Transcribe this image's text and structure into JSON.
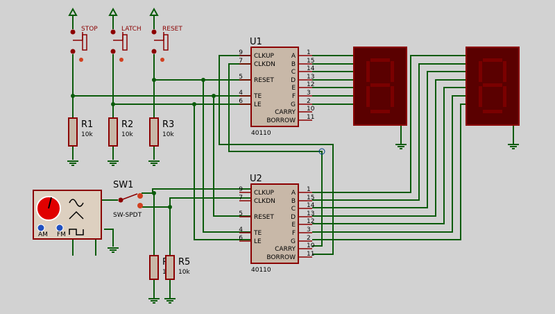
{
  "colors": {
    "background": "#d2d2d2",
    "wire": "#0b5b0b",
    "component": "#8b0000",
    "ic_body": "#c8b8a8",
    "resistor_body": "#c8b8a8",
    "segment_off": "#7a0000",
    "display_body": "#5a0000"
  },
  "buttons": [
    {
      "label": "STOP"
    },
    {
      "label": "LATCH"
    },
    {
      "label": "RESET"
    }
  ],
  "resistors_top": [
    {
      "ref": "R1",
      "value": "10k"
    },
    {
      "ref": "R2",
      "value": "10k"
    },
    {
      "ref": "R3",
      "value": "10k"
    }
  ],
  "resistors_bottom": [
    {
      "ref": "R",
      "value": "1"
    },
    {
      "ref": "R5",
      "value": "10k"
    }
  ],
  "switch": {
    "ref": "SW1",
    "part": "SW-SPDT"
  },
  "generator": {
    "am_label": "AM",
    "fm_label": "FM"
  },
  "ics": [
    {
      "ref": "U1",
      "part": "40110"
    },
    {
      "ref": "U2",
      "part": "40110"
    }
  ],
  "ic_left_pins": [
    {
      "num": "9",
      "name": "CLKUP"
    },
    {
      "num": "7",
      "name": "CLKDN"
    },
    {
      "num": "5",
      "name": "RESET"
    },
    {
      "num": "4",
      "name": "TE"
    },
    {
      "num": "6",
      "name": "LE"
    }
  ],
  "ic_right_pins": [
    {
      "num": "1",
      "name": "A"
    },
    {
      "num": "15",
      "name": "B"
    },
    {
      "num": "14",
      "name": "C"
    },
    {
      "num": "13",
      "name": "D"
    },
    {
      "num": "12",
      "name": "E"
    },
    {
      "num": "3",
      "name": "F"
    },
    {
      "num": "2",
      "name": "G"
    },
    {
      "num": "10",
      "name": "CARRY"
    },
    {
      "num": "11",
      "name": "BORROW"
    }
  ]
}
